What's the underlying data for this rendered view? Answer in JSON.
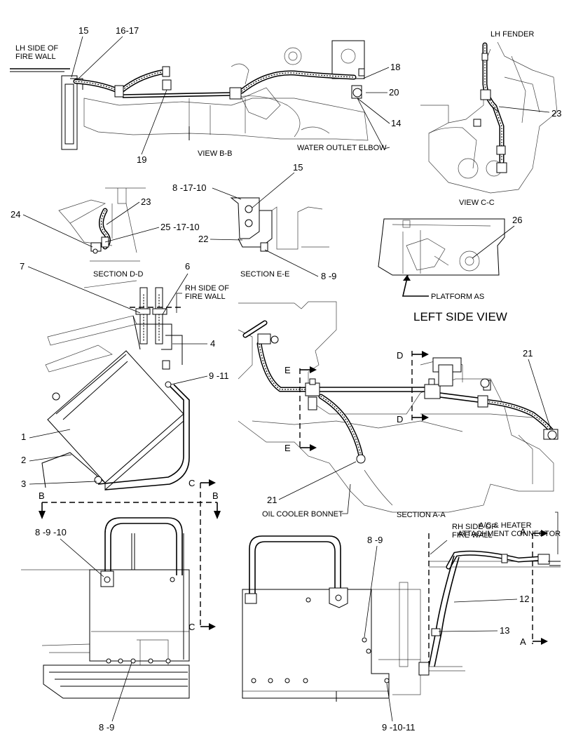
{
  "labels": {
    "lh_side_fire_wall_1": "LH SIDE OF",
    "lh_side_fire_wall_2": "FIRE WALL",
    "lh_fender": "LH FENDER",
    "view_bb": "VIEW  B-B",
    "water_outlet_elbow": "WATER OUTLET ELBOW",
    "view_cc": "VIEW  C-C",
    "section_dd": "SECTION  D-D",
    "section_ee": "SECTION  E-E",
    "platform_as": "PLATFORM AS",
    "left_side_view": "LEFT SIDE VIEW",
    "rh_side_fire_wall_top_1": "RH SIDE OF",
    "rh_side_fire_wall_top_2": "FIRE WALL",
    "oil_cooler_bonnet": "OIL COOLER BONNET",
    "section_aa": "SECTION  A-A",
    "ac_heater_1": "A/C & HEATER",
    "ac_heater_2": "ATTACHMENT CONNECTOR",
    "rh_side_fire_wall_bot_1": "RH SIDE OF",
    "rh_side_fire_wall_bot_2": "FIRE WALL"
  },
  "callouts": {
    "c15_top": "15",
    "c16_17": "16-17",
    "c18": "18",
    "c20": "20",
    "c14": "14",
    "c19": "19",
    "c23_cc": "23",
    "c8_17_10": "8 -17-10",
    "c15_ee": "15",
    "c24": "24",
    "c23_dd": "23",
    "c25_17_10": "25 -17-10",
    "c22": "22",
    "c8_9_ee": "8 -9",
    "c26": "26",
    "c7": "7",
    "c6": "6",
    "c4": "4",
    "c9_11": "9 -11",
    "c1": "1",
    "c2": "2",
    "c3": "3",
    "c21_right": "21",
    "c21_bottom": "21",
    "c8_9_10": "8 -9 -10",
    "c8_9_bl": "8 -9",
    "c8_9_bm": "8 -9",
    "c9_10_11": "9 -10-11",
    "c12": "12",
    "c13": "13"
  },
  "section_markers": {
    "b_left": "B",
    "b_right": "B",
    "c_top": "C",
    "c_bottom": "C",
    "d_top": "D",
    "d_bottom": "D",
    "e_top": "E",
    "e_bottom": "E",
    "a_top": "A",
    "a_bottom": "A"
  }
}
